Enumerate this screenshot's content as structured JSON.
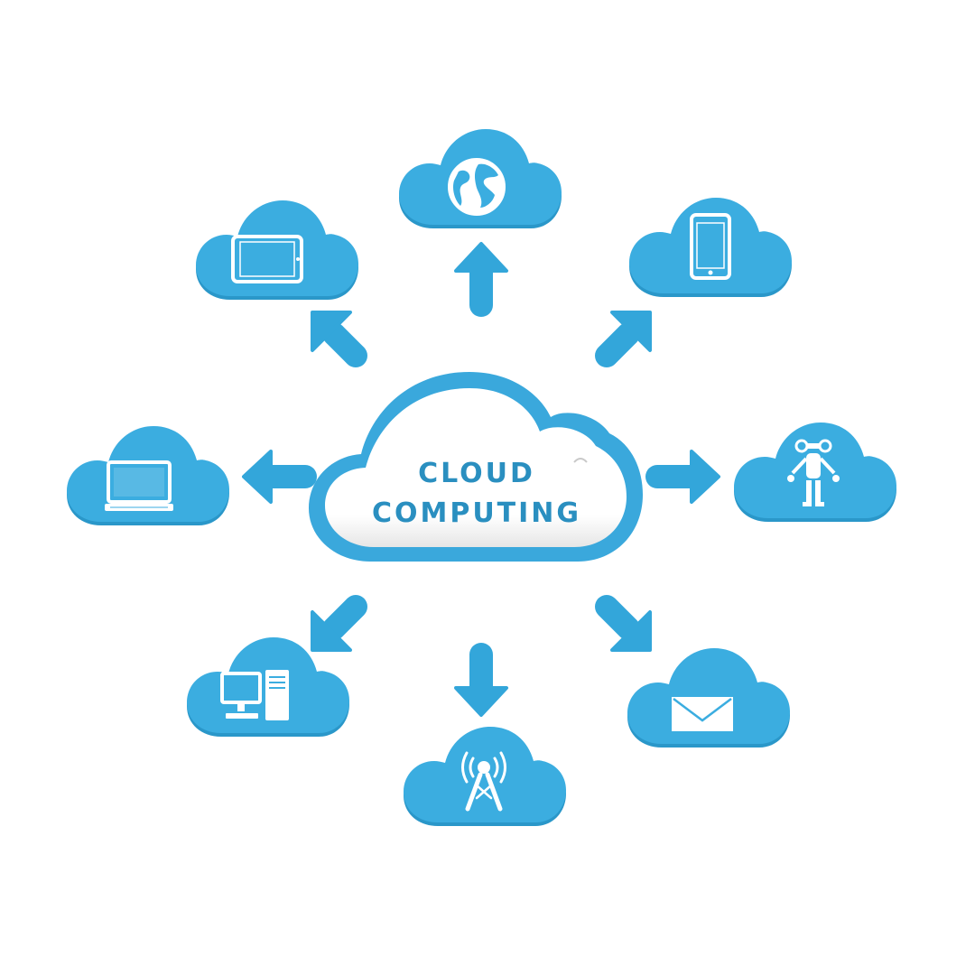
{
  "center": {
    "title_line1": "CLOUD",
    "title_line2": "COMPUTING"
  },
  "colors": {
    "cloud_fill": "#3bade0",
    "cloud_shadow": "#2a97c9",
    "arrow": "#33a6da",
    "center_fill": "#ffffff",
    "center_border": "#3aa8dc",
    "text": "#2a8fc0",
    "icon": "#ffffff"
  },
  "satellites": [
    {
      "position": "top",
      "icon": "globe-icon"
    },
    {
      "position": "top-right",
      "icon": "smartphone-icon"
    },
    {
      "position": "right",
      "icon": "robot-icon"
    },
    {
      "position": "bottom-right",
      "icon": "envelope-icon"
    },
    {
      "position": "bottom",
      "icon": "antenna-tower-icon"
    },
    {
      "position": "bottom-left",
      "icon": "desktop-computer-icon"
    },
    {
      "position": "left",
      "icon": "laptop-icon"
    },
    {
      "position": "top-left",
      "icon": "tablet-icon"
    }
  ]
}
